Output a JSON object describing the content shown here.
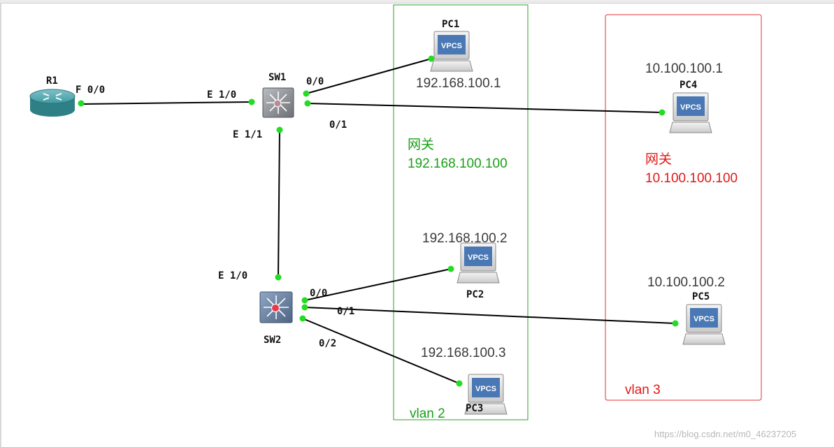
{
  "devices": {
    "r1": {
      "name": "R1",
      "port": "F 0/0"
    },
    "sw1": {
      "name": "SW1",
      "ports": {
        "e10": "E 1/0",
        "e11": "E 1/1",
        "p00": "0/0",
        "p01": "0/1"
      }
    },
    "sw2": {
      "name": "SW2",
      "ports": {
        "e10": "E 1/0",
        "p00": "0/0",
        "p01": "0/1",
        "p02": "0/2"
      }
    },
    "pc1": {
      "name": "PC1",
      "ip": "192.168.100.1",
      "badge": "VPCS"
    },
    "pc2": {
      "name": "PC2",
      "ip": "192.168.100.2",
      "badge": "VPCS"
    },
    "pc3": {
      "name": "PC3",
      "ip": "192.168.100.3",
      "badge": "VPCS"
    },
    "pc4": {
      "name": "PC4",
      "ip": "10.100.100.1",
      "badge": "VPCS"
    },
    "pc5": {
      "name": "PC5",
      "ip": "10.100.100.2",
      "badge": "VPCS"
    }
  },
  "vlans": {
    "vlan2": {
      "label": "vlan 2",
      "gateway_title": "网关",
      "gateway_ip": "192.168.100.100",
      "color": "#18a018"
    },
    "vlan3": {
      "label": "vlan 3",
      "gateway_title": "网关",
      "gateway_ip": "10.100.100.100",
      "color": "#e01818"
    }
  },
  "watermark": "https://blog.csdn.net/m0_46237205",
  "colors": {
    "link": "#000000",
    "port_dot": "#22dd22",
    "router": "#3a8f96",
    "switch": "#5f7590",
    "pc_screen": "#4a78b4"
  }
}
